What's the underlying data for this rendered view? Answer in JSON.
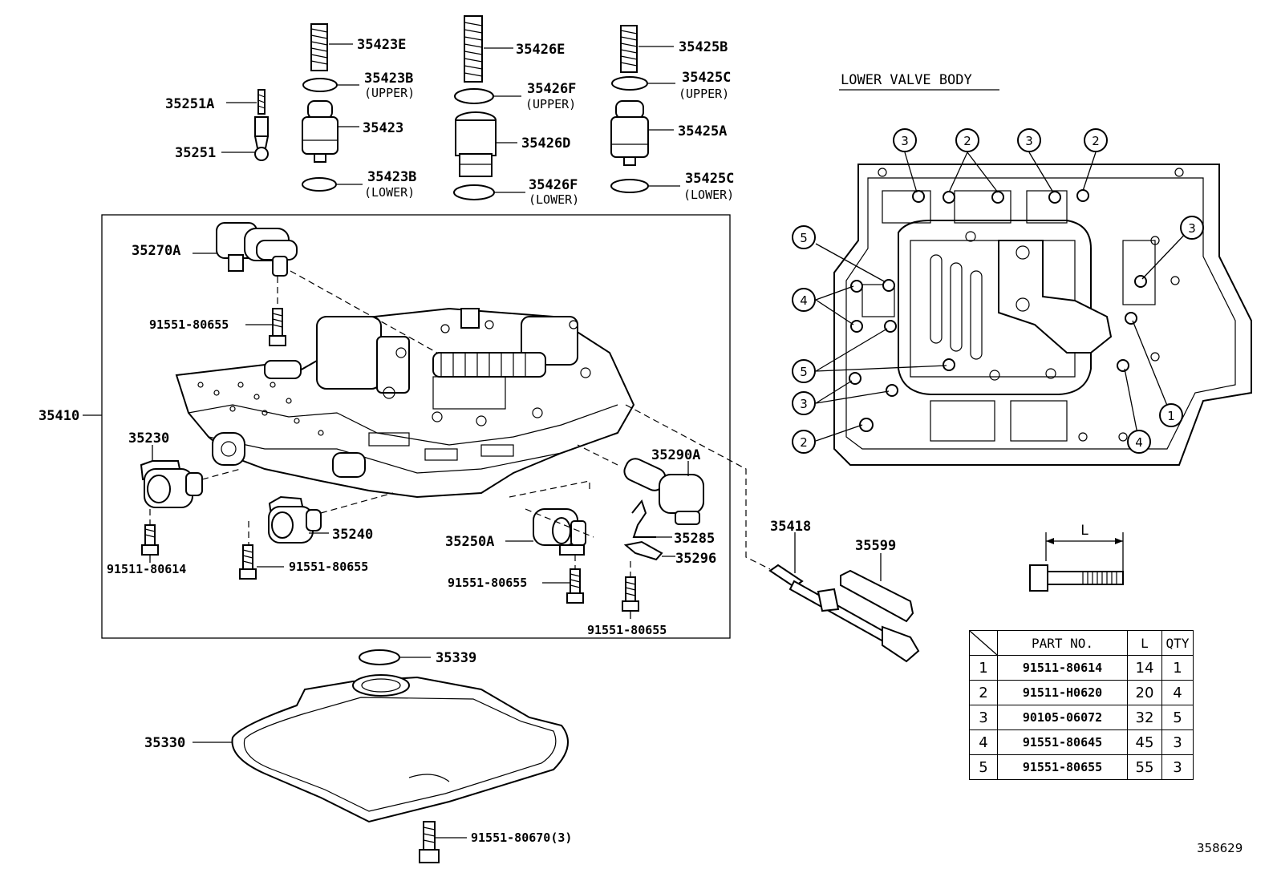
{
  "callouts": {
    "c35423E": "35423E",
    "c35426E": "35426E",
    "c35425B": "35425B",
    "c35423B_upper": "35423B",
    "c35423B_upper_sub": "(UPPER)",
    "c35426F_upper": "35426F",
    "c35426F_upper_sub": "(UPPER)",
    "c35425C_upper": "35425C",
    "c35425C_upper_sub": "(UPPER)",
    "c35251A": "35251A",
    "c35251": "35251",
    "c35423": "35423",
    "c35426D": "35426D",
    "c35425A": "35425A",
    "c35423B_lower": "35423B",
    "c35423B_lower_sub": "(LOWER)",
    "c35426F_lower": "35426F",
    "c35426F_lower_sub": "(LOWER)",
    "c35425C_lower": "35425C",
    "c35425C_lower_sub": "(LOWER)",
    "c35270A": "35270A",
    "c91551_80655_a": "91551-80655",
    "c35410": "35410",
    "c35230": "35230",
    "c35290A": "35290A",
    "c35240": "35240",
    "c35285": "35285",
    "c35250A": "35250A",
    "c35296": "35296",
    "c91511_80614": "91511-80614",
    "c91551_80655_b": "91551-80655",
    "c91551_80655_c": "91551-80655",
    "c91551_80655_d": "91551-80655",
    "c35418": "35418",
    "c35599": "35599",
    "c35339": "35339",
    "c35330": "35330",
    "c91551_80670": "91551-80670(3)"
  },
  "lower_valve_body": {
    "title": "LOWER VALVE BODY",
    "markers": [
      "1",
      "2",
      "3",
      "4",
      "5"
    ]
  },
  "bolt_dimension_label": "L",
  "parts_table": {
    "headers": [
      "PART NO.",
      "L",
      "QTY"
    ],
    "rows": [
      {
        "idx": "1",
        "part": "91511-80614",
        "l": "14",
        "qty": "1"
      },
      {
        "idx": "2",
        "part": "91511-H0620",
        "l": "20",
        "qty": "4"
      },
      {
        "idx": "3",
        "part": "90105-06072",
        "l": "32",
        "qty": "5"
      },
      {
        "idx": "4",
        "part": "91551-80645",
        "l": "45",
        "qty": "3"
      },
      {
        "idx": "5",
        "part": "91551-80655",
        "l": "55",
        "qty": "3"
      }
    ]
  },
  "figure_number": "358629"
}
